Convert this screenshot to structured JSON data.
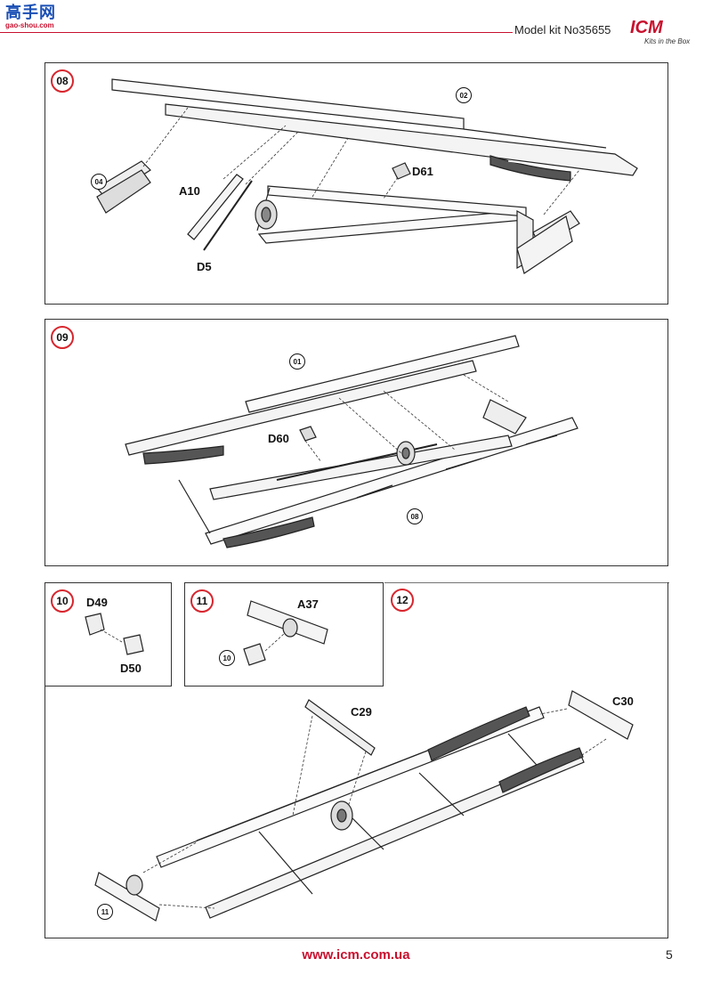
{
  "header": {
    "site_logo_cn": "高手网",
    "site_logo_url": "gao-shou.com",
    "model_kit": "Model kit No35655",
    "brand_logo": "ICM",
    "brand_tagline": "Kits in the Box"
  },
  "steps": [
    {
      "number": "08",
      "refs": [
        "02",
        "04"
      ],
      "labels": [
        "A10",
        "D5",
        "D61"
      ]
    },
    {
      "number": "09",
      "refs": [
        "01",
        "08"
      ],
      "labels": [
        "D60"
      ]
    },
    {
      "number": "10",
      "labels": [
        "D49",
        "D50"
      ]
    },
    {
      "number": "11",
      "refs": [
        "10"
      ],
      "labels": [
        "A37"
      ]
    },
    {
      "number": "12",
      "refs": [
        "11"
      ],
      "labels": [
        "C29",
        "C30"
      ]
    }
  ],
  "footer": {
    "url": "www.icm.com.ua",
    "page": "5"
  }
}
